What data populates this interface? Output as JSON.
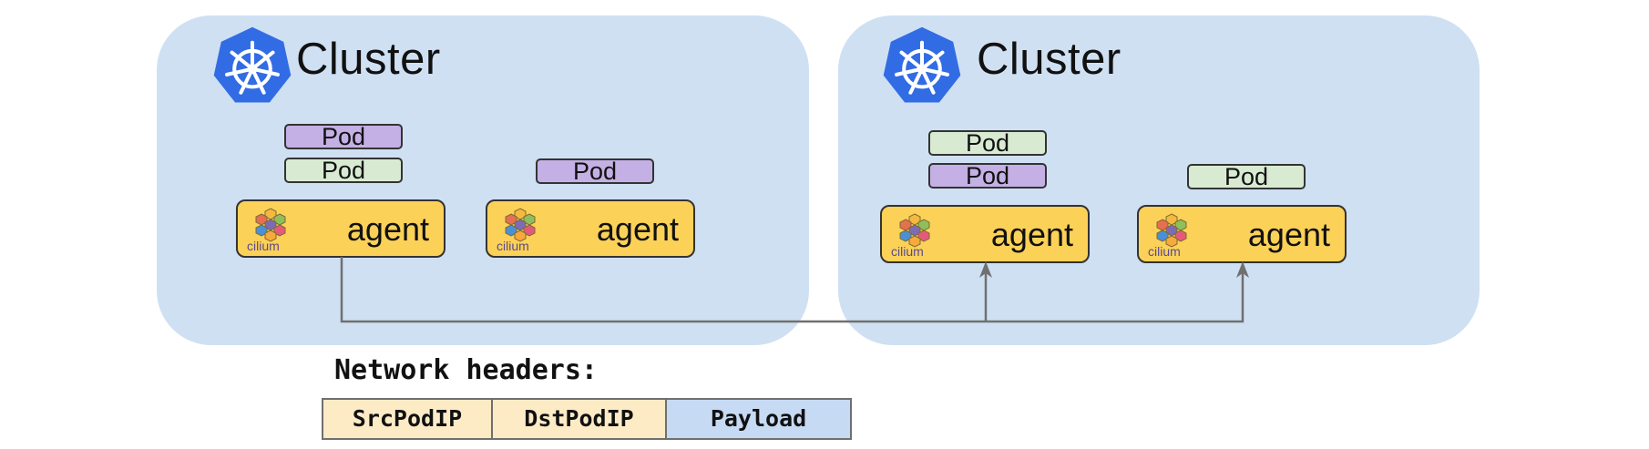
{
  "clusters": [
    {
      "title": "Cluster",
      "nodes": [
        {
          "pods": [
            "Pod",
            "Pod"
          ],
          "agent_label": "agent",
          "agent_logo_text": "cilium"
        },
        {
          "pods": [
            "Pod"
          ],
          "agent_label": "agent",
          "agent_logo_text": "cilium"
        }
      ]
    },
    {
      "title": "Cluster",
      "nodes": [
        {
          "pods": [
            "Pod",
            "Pod"
          ],
          "agent_label": "agent",
          "agent_logo_text": "cilium"
        },
        {
          "pods": [
            "Pod"
          ],
          "agent_label": "agent",
          "agent_logo_text": "cilium"
        }
      ]
    }
  ],
  "network_headers": {
    "title": "Network headers:",
    "fields": [
      "SrcPodIP",
      "DstPodIP",
      "Payload"
    ]
  },
  "colors": {
    "cluster_background": "#cfe0f3",
    "kubernetes_blue": "#326ce5",
    "pod_purple": "#c4b0e4",
    "pod_green": "#d8ebd2",
    "agent_yellow": "#fcd158",
    "header_ip": "#fdebc6",
    "header_payload": "#c7daf3",
    "connector_gray": "#707070"
  }
}
